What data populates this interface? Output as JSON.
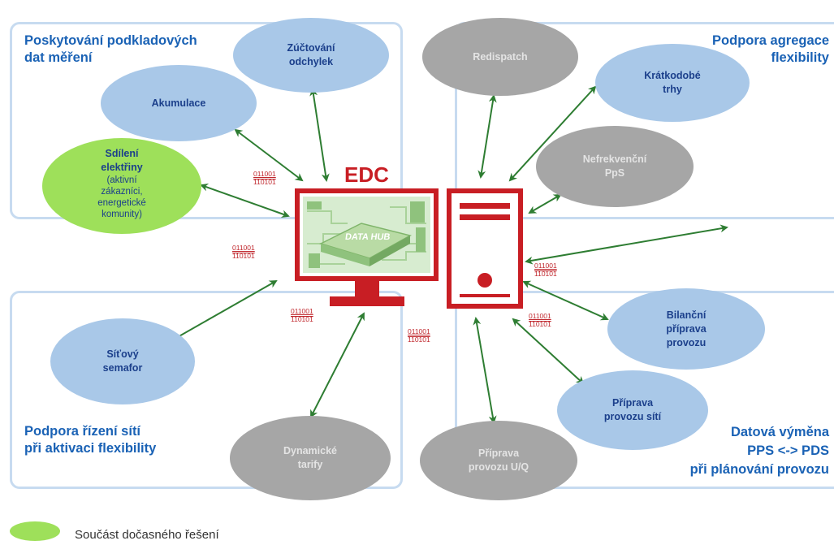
{
  "quadrants": {
    "top_left": {
      "title": "Poskytování podkladových\ndat měření"
    },
    "top_right": {
      "title": "Podpora agregace\nflexibility"
    },
    "bottom_left": {
      "title": "Podpora řízení sítí\npři aktivaci flexibility"
    },
    "bottom_right": {
      "title": "Datová výměna\nPPS <-> PDS\npři plánování provozu"
    }
  },
  "nodes": {
    "zuctovani": "Zúčtování\nodchylek",
    "akumulace": "Akumulace",
    "sdileni_title": "Sdílení\nelektřiny",
    "sdileni_sub": "(aktivní\nzákazníci,\nenergetické\nkomunity)",
    "redispatch": "Redispatch",
    "kratkodobe": "Krátkodobé\ntrhy",
    "nefrekvencni": "Nefrekvenční\nPpS",
    "bilancni": "Bilanční\npříprava\nprovozu",
    "priprava_siti": "Příprava\nprovozu sítí",
    "priprava_uq": "Příprava\nprovozu U/Q",
    "dynamicke": "Dynamické\ntarify",
    "sitovy": "Síťový\nsemafor"
  },
  "center": {
    "edc_label": "EDC",
    "hub_label": "DATA HUB"
  },
  "binary": {
    "line1": "011001",
    "line2": "110101"
  },
  "legend": {
    "text": "Součást dočasného řešení"
  },
  "colors": {
    "blue_node": "#a9c8e8",
    "gray_node": "#a6a6a6",
    "green_node": "#9ee05a",
    "arrow": "#2e7d32",
    "edc_red": "#c81e24",
    "title_blue": "#1a62b5"
  }
}
